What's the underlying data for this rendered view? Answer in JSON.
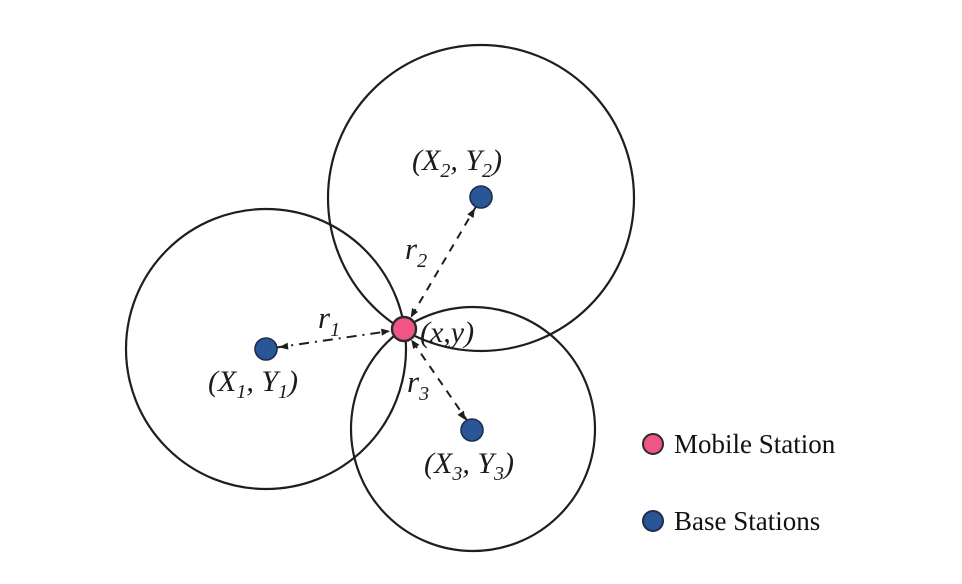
{
  "colors": {
    "mobile_station": "#ef5585",
    "base_station": "#2a5596",
    "stroke": "#1e1e1e"
  },
  "labels": {
    "bs1": {
      "p1": "(X",
      "s1": "1",
      "p2": ", Y",
      "s2": "1",
      "p3": ")"
    },
    "bs2": {
      "p1": "(X",
      "s1": "2",
      "p2": ", Y",
      "s2": "2",
      "p3": ")"
    },
    "bs3": {
      "p1": "(X",
      "s1": "3",
      "p2": ", Y",
      "s2": "3",
      "p3": ")"
    },
    "ms": {
      "text": "(x,y)"
    },
    "r1": {
      "base": "r",
      "sub": "1"
    },
    "r2": {
      "base": "r",
      "sub": "2"
    },
    "r3": {
      "base": "r",
      "sub": "3"
    }
  },
  "legend": {
    "items": [
      {
        "label": "Mobile Station"
      },
      {
        "label": "Base Stations"
      }
    ]
  }
}
